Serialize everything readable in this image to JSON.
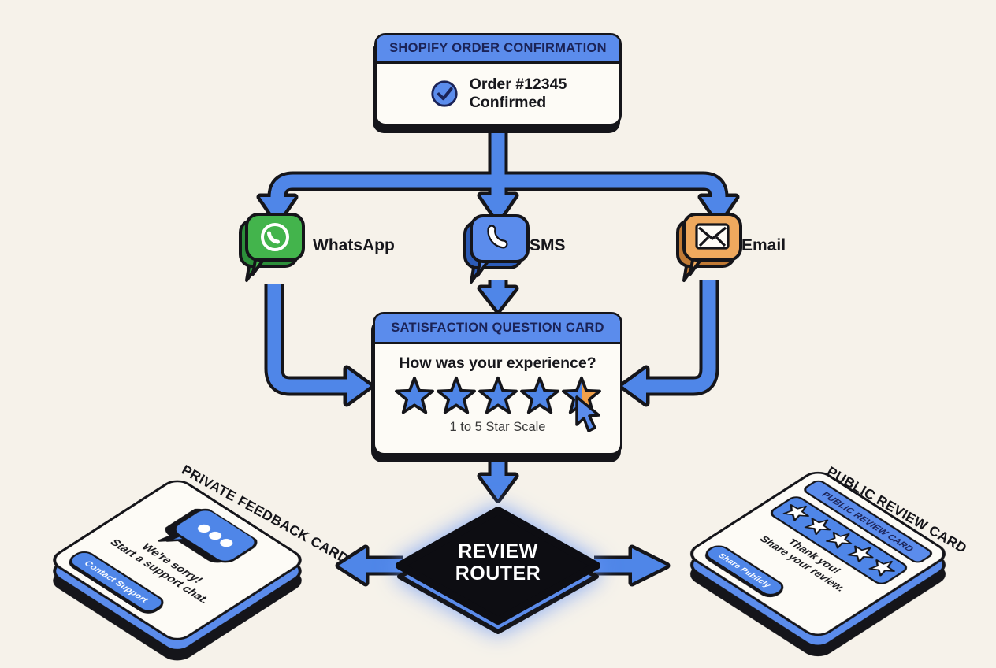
{
  "order_card": {
    "header": "SHOPIFY ORDER CONFIRMATION",
    "order_line1": "Order #12345",
    "order_line2": "Confirmed"
  },
  "channels": [
    {
      "label": "WhatsApp"
    },
    {
      "label": "SMS"
    },
    {
      "label": "Email"
    }
  ],
  "question_card": {
    "header": "SATISFACTION QUESTION CARD",
    "question": "How was your experience?",
    "scale_label": "1 to 5 Star Scale",
    "star_count": 5
  },
  "router": {
    "label_line1": "REVIEW",
    "label_line2": "ROUTER"
  },
  "private_card": {
    "outer_label": "PRIVATE FEEDBACK CARD",
    "message_line1": "We're sorry!",
    "message_line2": "Start a support chat.",
    "button_label": "Contact Support"
  },
  "public_card": {
    "outer_label": "PUBLIC REVIEW CARD",
    "header": "PUBLIC REVIEW CARD",
    "message_line1": "Thank you!",
    "message_line2": "Share your review.",
    "button_label": "Share Publicly",
    "star_count": 5
  },
  "colors": {
    "background": "#f6f2ea",
    "primary_blue": "#4f86e8",
    "header_blue": "#5b8cec",
    "outline_black": "#15151a",
    "navy_text": "#1b2357",
    "card_white": "#fdfbf6",
    "whatsapp_green": "#43b44c",
    "sms_blue": "#5b8cec",
    "email_orange": "#efa95e",
    "star_orange": "#f0a04a",
    "router_black": "#0d0d12"
  }
}
